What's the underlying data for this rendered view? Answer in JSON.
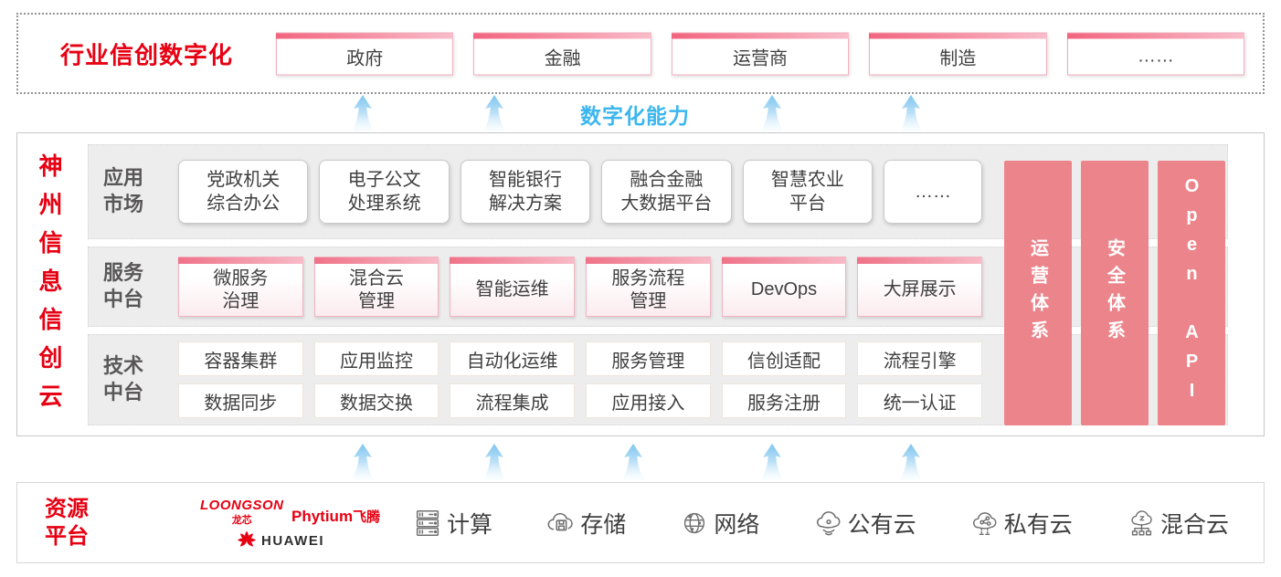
{
  "colors": {
    "accent_red": "#E60012",
    "pillar_pink": "#EC858B",
    "capability_blue": "#3BB6EF",
    "arrow_blue": "#7EC6EF",
    "box_text_gray": "#3F3F3F",
    "row_label_gray": "#595757"
  },
  "top_banner": {
    "title": "行业信创数字化",
    "industries": [
      "政府",
      "金融",
      "运营商",
      "制造",
      "……"
    ]
  },
  "capability": {
    "label": "数字化能力"
  },
  "platform": {
    "vertical_title": "神州信息信创云",
    "rows": [
      {
        "label": "应用\n市场",
        "items": [
          "党政机关\n综合办公",
          "电子公文\n处理系统",
          "智能银行\n解决方案",
          "融合金融\n大数据平台",
          "智慧农业\n平台",
          "……"
        ]
      },
      {
        "label": "服务\n中台",
        "items": [
          "微服务\n治理",
          "混合云\n管理",
          "智能运维",
          "服务流程\n管理",
          "DevOps",
          "大屏展示"
        ]
      },
      {
        "label": "技术\n中台",
        "row1": [
          "容器集群",
          "应用监控",
          "自动化运维",
          "服务管理",
          "信创适配",
          "流程引擎"
        ],
        "row2": [
          "数据同步",
          "数据交换",
          "流程集成",
          "应用接入",
          "服务注册",
          "统一认证"
        ]
      }
    ],
    "pillars": [
      "运营体系",
      "安全体系",
      "Open API"
    ]
  },
  "resource_platform": {
    "title": "资源\n平台",
    "vendors": {
      "loongson_en": "LOONGSON",
      "loongson_cn": "龙芯",
      "phytium_en": "Phytium",
      "phytium_cn": "飞腾",
      "huawei": "HUAWEI"
    },
    "resources": [
      {
        "icon": "server-icon",
        "label": "计算"
      },
      {
        "icon": "storage-cloud-icon",
        "label": "存储"
      },
      {
        "icon": "network-globe-icon",
        "label": "网络"
      },
      {
        "icon": "public-cloud-icon",
        "label": "公有云"
      },
      {
        "icon": "private-cloud-icon",
        "label": "私有云"
      },
      {
        "icon": "hybrid-cloud-icon",
        "label": "混合云"
      }
    ]
  }
}
